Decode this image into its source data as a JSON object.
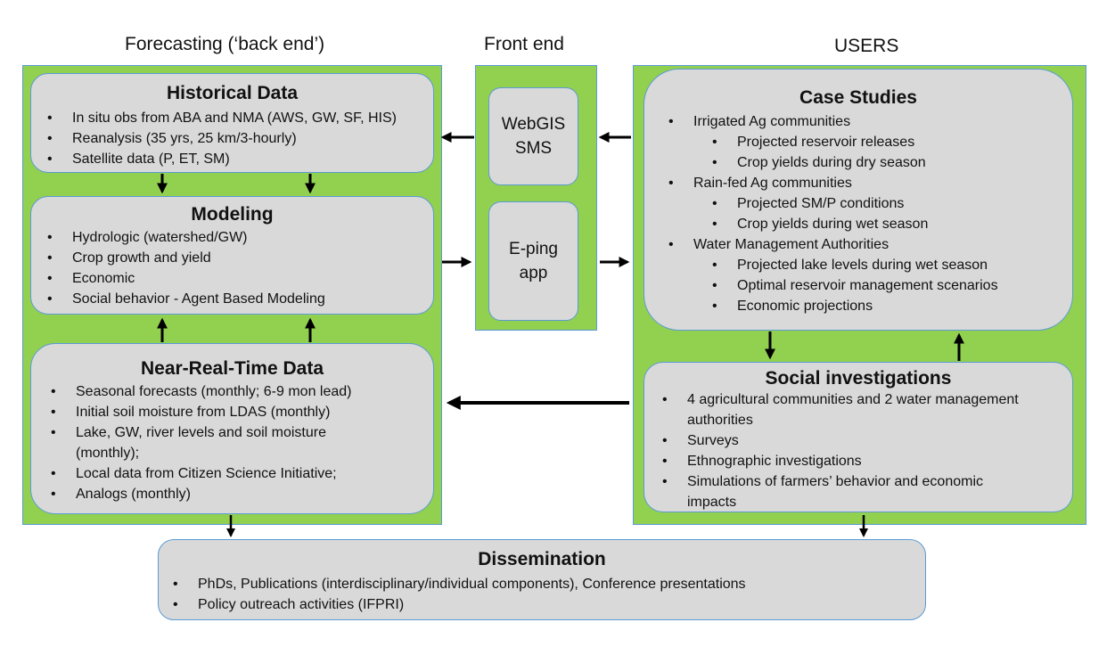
{
  "headers": {
    "forecasting": "Forecasting (‘back end’)",
    "front_end": "Front end",
    "users": "USERS"
  },
  "historical": {
    "title": "Historical Data",
    "items": [
      "In situ obs from ABA and NMA (AWS, GW, SF, HIS)",
      "Reanalysis (35 yrs, 25 km/3-hourly)",
      "Satellite data (P, ET, SM)"
    ]
  },
  "modeling": {
    "title": "Modeling",
    "items": [
      "Hydrologic (watershed/GW)",
      "Crop growth and yield",
      "Economic",
      "Social behavior - Agent Based Modeling"
    ]
  },
  "nrt": {
    "title": "Near-Real-Time Data",
    "items": [
      "Seasonal forecasts (monthly; 6-9 mon lead)",
      "Initial soil moisture from LDAS (monthly)",
      "Lake, GW, river levels and soil moisture",
      "(monthly);",
      "Local data from Citizen Science Initiative;",
      "Analogs (monthly)"
    ]
  },
  "front_end": {
    "webgis": [
      "WebGIS",
      "SMS"
    ],
    "eping": [
      "E-ping",
      "app"
    ]
  },
  "case_studies": {
    "title": "Case Studies",
    "items": [
      {
        "text": "Irrigated Ag communities",
        "level": 1
      },
      {
        "text": "Projected reservoir releases",
        "level": 2
      },
      {
        "text": "Crop yields during dry season",
        "level": 2
      },
      {
        "text": "Rain-fed Ag communities",
        "level": 1
      },
      {
        "text": "Projected SM/P conditions",
        "level": 2
      },
      {
        "text": "Crop yields during wet season",
        "level": 2
      },
      {
        "text": "Water Management Authorities",
        "level": 1
      },
      {
        "text": "Projected lake levels during wet season",
        "level": 2
      },
      {
        "text": "Optimal reservoir management scenarios",
        "level": 2
      },
      {
        "text": "Economic projections",
        "level": 2
      }
    ]
  },
  "social": {
    "title": "Social investigations",
    "items": [
      "4 agricultural communities and 2 water management",
      "authorities",
      "Surveys",
      "Ethnographic investigations",
      "Simulations of farmers’ behavior and economic",
      "impacts"
    ]
  },
  "dissemination": {
    "title": "Dissemination",
    "items": [
      "PhDs, Publications (interdisciplinary/individual components), Conference presentations",
      "Policy outreach activities (IFPRI)"
    ]
  }
}
